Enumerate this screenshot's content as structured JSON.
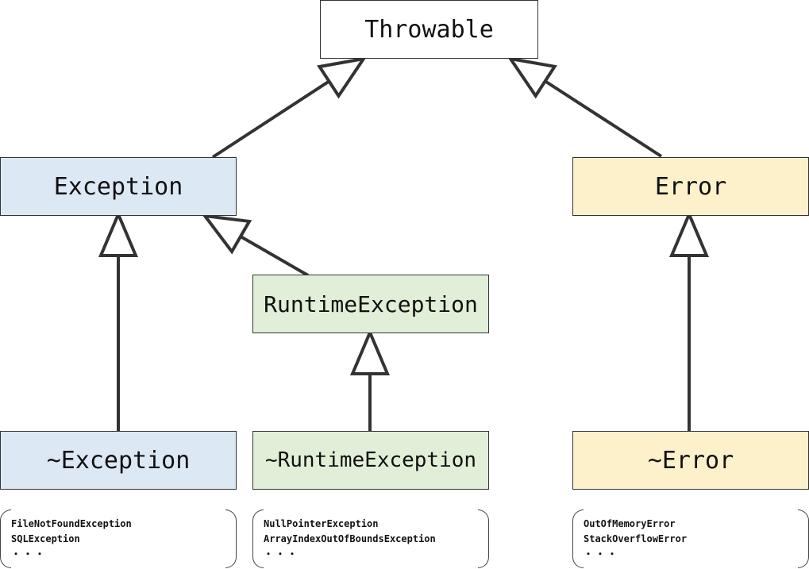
{
  "diagram": {
    "colors": {
      "line": "#333333",
      "white": "#ffffff",
      "exception": "#dde8f5",
      "runtime": "#e1efd8",
      "error": "#fdf1cc"
    },
    "nodes": {
      "throwable": {
        "label": "Throwable"
      },
      "exception": {
        "label": "Exception"
      },
      "error": {
        "label": "Error"
      },
      "runtime_exception": {
        "label": "RuntimeException"
      },
      "sub_exception": {
        "label": "~Exception"
      },
      "sub_runtime_exception": {
        "label": "~RuntimeException"
      },
      "sub_error": {
        "label": "~Error"
      }
    },
    "notes": {
      "exception_examples": {
        "line1": "FileNotFoundException",
        "line2": "SQLException",
        "line3": "・・・"
      },
      "runtime_examples": {
        "line1": "NullPointerException",
        "line2": "ArrayIndexOutOfBoundsException",
        "line3": "・・・"
      },
      "error_examples": {
        "line1": "OutOfMemoryError",
        "line2": "StackOverflowError",
        "line3": "・・・"
      }
    },
    "edges": [
      {
        "from": "exception",
        "to": "throwable"
      },
      {
        "from": "error",
        "to": "throwable"
      },
      {
        "from": "sub_exception",
        "to": "exception"
      },
      {
        "from": "runtime_exception",
        "to": "exception"
      },
      {
        "from": "sub_runtime_exception",
        "to": "runtime_exception"
      },
      {
        "from": "sub_error",
        "to": "error"
      }
    ]
  }
}
